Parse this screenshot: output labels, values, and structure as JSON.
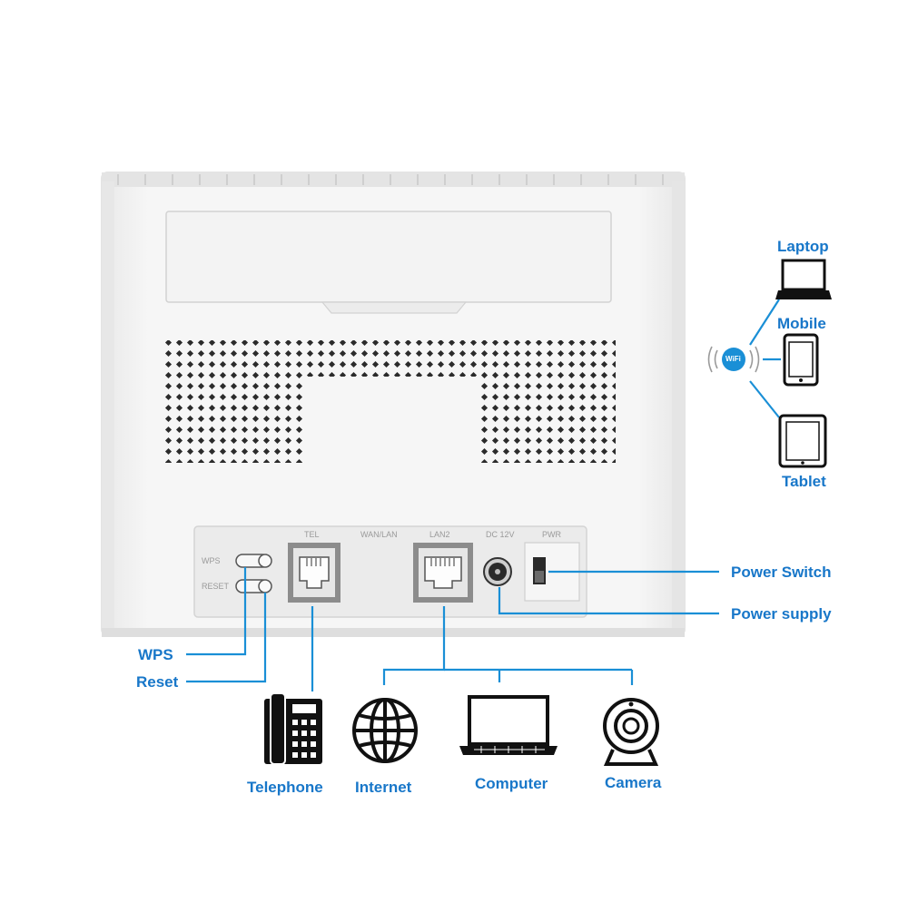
{
  "colors": {
    "accent": "#1a8fd6",
    "label": "#1877c9",
    "icon": "#111111",
    "body": "#f1f1f1"
  },
  "router": {
    "buttons": {
      "wps": "WPS",
      "reset": "RESET"
    },
    "ports": {
      "tel": "TEL",
      "wan_lan": "WAN/LAN",
      "lan": "LAN2",
      "power_in": "DC 12V",
      "power_switch": "PWR"
    }
  },
  "wireless": {
    "badge": "WiFi",
    "devices": [
      {
        "label": "Laptop",
        "icon": "laptop-icon"
      },
      {
        "label": "Mobile",
        "icon": "mobile-phone-icon"
      },
      {
        "label": "Tablet",
        "icon": "tablet-icon"
      }
    ]
  },
  "callouts": {
    "wps": "WPS",
    "reset": "Reset",
    "power_switch": "Power Switch",
    "power_supply": "Power supply"
  },
  "wired": [
    {
      "label": "Telephone",
      "icon": "telephone-icon"
    },
    {
      "label": "Internet",
      "icon": "globe-icon"
    },
    {
      "label": "Computer",
      "icon": "computer-icon"
    },
    {
      "label": "Camera",
      "icon": "webcam-icon"
    }
  ]
}
